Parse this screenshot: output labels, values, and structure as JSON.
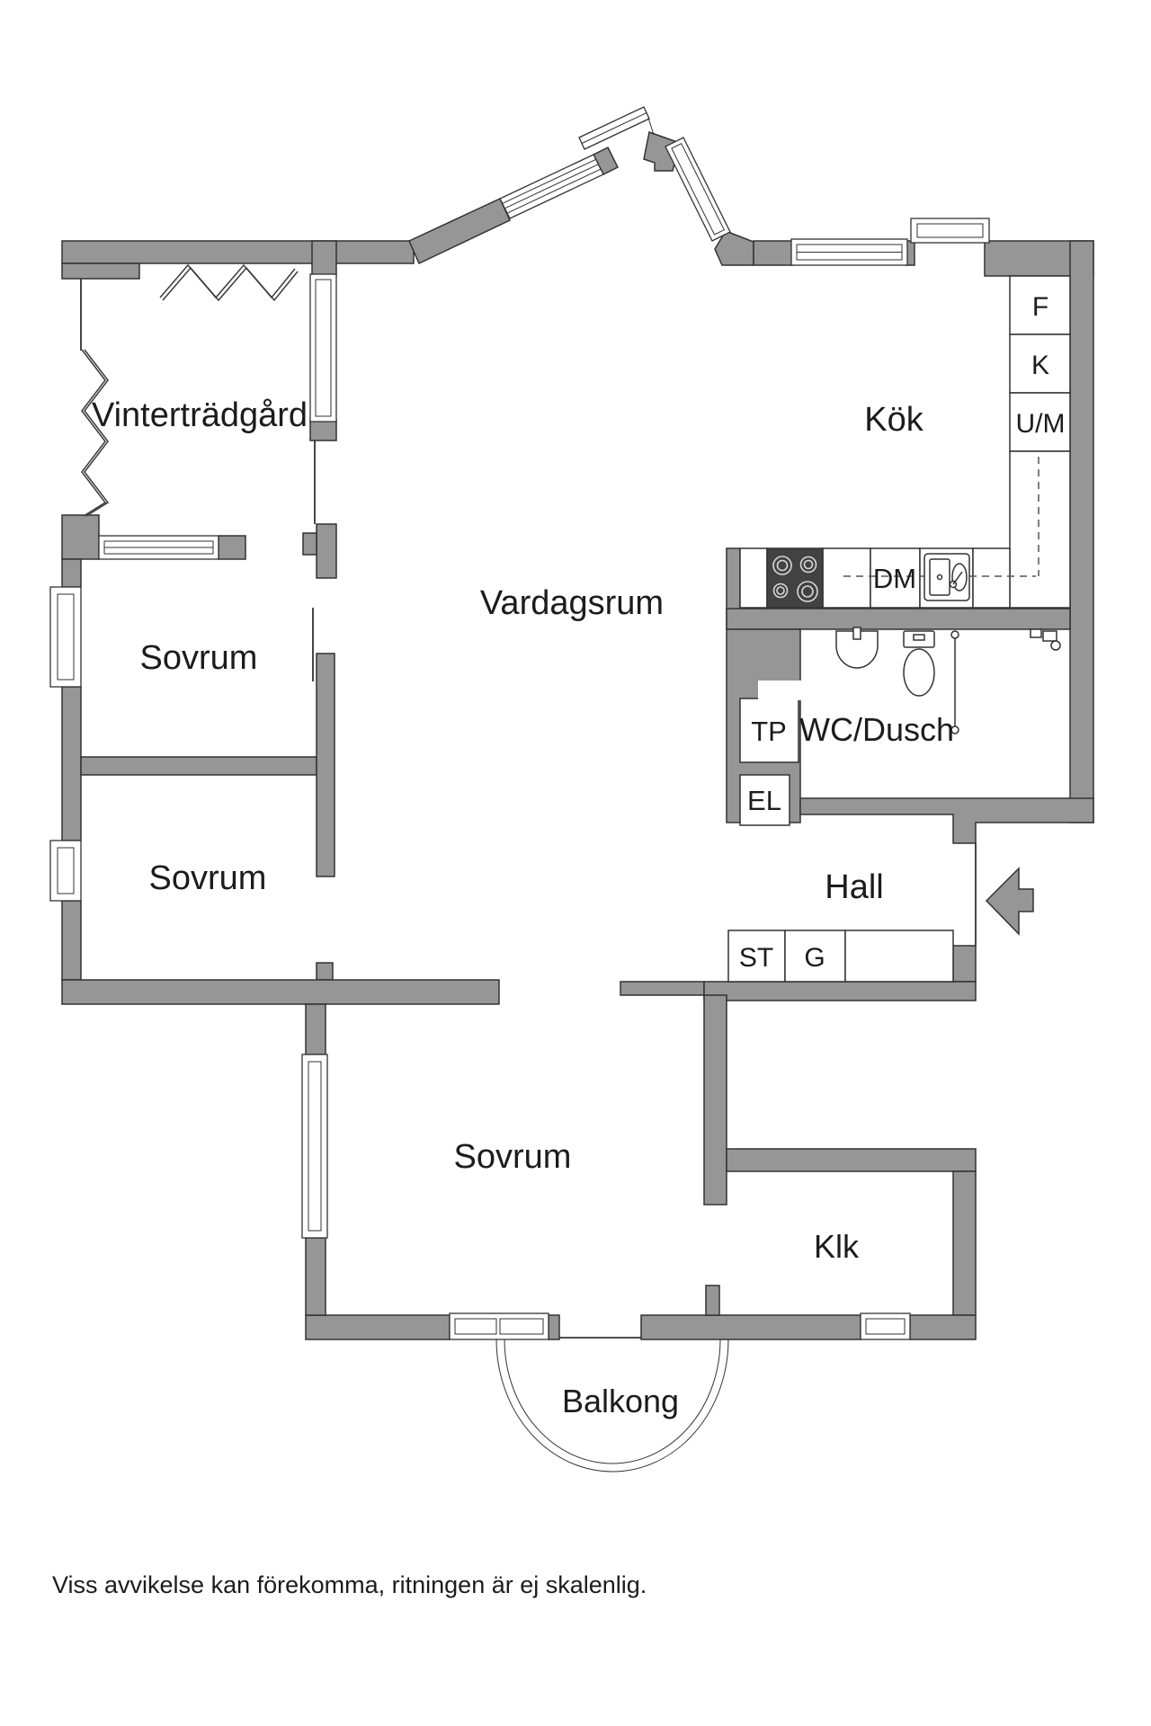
{
  "floorplan": {
    "rooms": {
      "vintertradgard": {
        "label": "Vinterträdgård"
      },
      "kok": {
        "label": "Kök"
      },
      "vardagsrum": {
        "label": "Vardagsrum"
      },
      "sovrum1": {
        "label": "Sovrum"
      },
      "sovrum2": {
        "label": "Sovrum"
      },
      "sovrum3": {
        "label": "Sovrum"
      },
      "wc_dusch": {
        "label": "WC/Dusch"
      },
      "hall": {
        "label": "Hall"
      },
      "klk": {
        "label": "Klk"
      },
      "balkong": {
        "label": "Balkong"
      }
    },
    "appliances": {
      "f": "F",
      "k": "K",
      "um": "U/M",
      "dm": "DM",
      "tp": "TP",
      "el": "EL",
      "st": "ST",
      "g": "G"
    },
    "icons": {
      "entrance_arrow": "left-arrow",
      "stove": "four-burner-hob",
      "sink": "double-basin-sink",
      "washbasin": "round-basin",
      "toilet": "toilet",
      "shower": "shower-rail"
    },
    "colors": {
      "wall": "#969696",
      "outline": "#323232",
      "stove": "#424242",
      "text": "#1c1c1c",
      "background": "#ffffff"
    },
    "disclaimer": "Viss avvikelse kan förekomma, ritningen är ej skalenlig."
  }
}
